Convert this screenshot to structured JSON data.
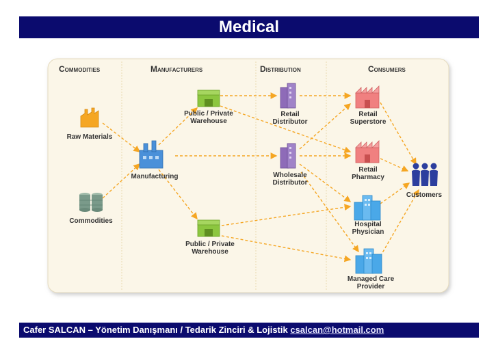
{
  "title": "Medical",
  "columns": [
    "Commodities",
    "Manufacturers",
    "Distribution",
    "Consumers"
  ],
  "nodes": {
    "raw_materials": "Raw Materials",
    "commodities": "Commodities",
    "manufacturing": "Manufacturing",
    "warehouse_top": [
      "Public / Private",
      "Warehouse"
    ],
    "warehouse_bottom": [
      "Public / Private",
      "Warehouse"
    ],
    "retail_distributor": [
      "Retail",
      "Distributor"
    ],
    "wholesale_distributor": [
      "Wholesale",
      "Distributor"
    ],
    "retail_superstore": [
      "Retail",
      "Superstore"
    ],
    "retail_pharmacy": [
      "Retail",
      "Pharmacy"
    ],
    "hospital_physician": [
      "Hospital",
      "Physician"
    ],
    "managed_care": [
      "Managed Care",
      "Provider"
    ],
    "customers": "Customers"
  },
  "footer": {
    "text": "Cafer SALCAN – Yönetim Danışmanı / Tedarik Zinciri & Lojistik ",
    "email": "csalcan@hotmail.com"
  },
  "colors": {
    "banner": "#0b0b6e",
    "arrow": "#f5a623",
    "factory": "#4a90d9",
    "warehouse": "#8cc63f",
    "distributor": "#8e6bb8",
    "retail": "#f08080",
    "medical": "#4aa8e8",
    "customers": "#2c3e9e",
    "commodities": "#7a9a8a",
    "raw": "#f5a623"
  }
}
